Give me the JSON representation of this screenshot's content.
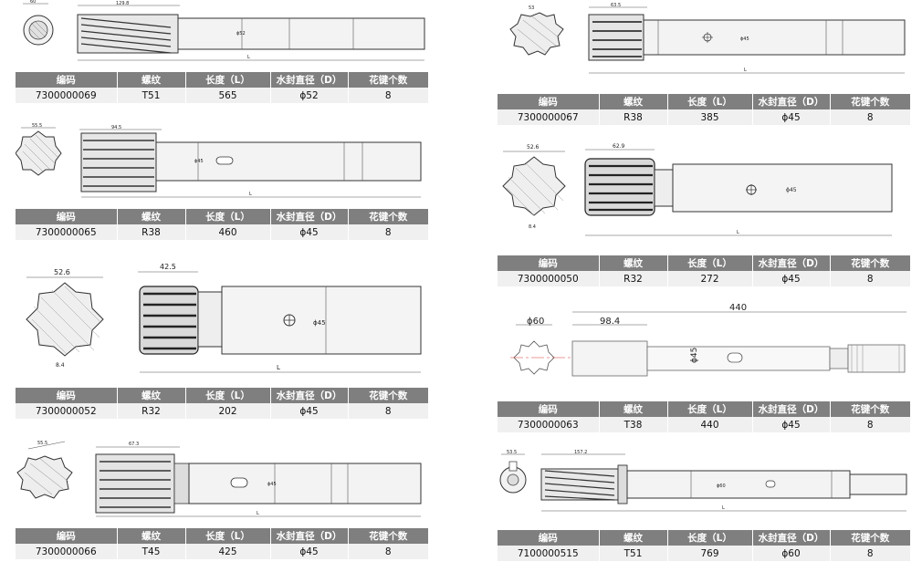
{
  "headers": [
    "编码",
    "螺纹",
    "长度（L）",
    "水封直径（D）",
    "花键个数"
  ],
  "products": [
    {
      "code": "7300000069",
      "thread": "T51",
      "length": "565",
      "seal": "ϕ52",
      "splines": "8",
      "dims": {
        "d1": "60",
        "d2": "129.8",
        "dia": "ϕ52",
        "len": "L"
      }
    },
    {
      "code": "7300000065",
      "thread": "R38",
      "length": "460",
      "seal": "ϕ45",
      "splines": "8",
      "dims": {
        "d1": "55.5",
        "d2": "94.5",
        "dia": "ϕ45",
        "len": "L"
      }
    },
    {
      "code": "7300000052",
      "thread": "R32",
      "length": "202",
      "seal": "ϕ45",
      "splines": "8",
      "dims": {
        "d1": "52.6",
        "d2": "42.5",
        "dia": "ϕ45",
        "len": "L",
        "key": "8.4"
      }
    },
    {
      "code": "7300000066",
      "thread": "T45",
      "length": "425",
      "seal": "ϕ45",
      "splines": "8",
      "dims": {
        "d1": "55.5",
        "d2": "67.3",
        "dia": "ϕ45",
        "len": "L"
      }
    },
    {
      "code": "7300000067",
      "thread": "R38",
      "length": "385",
      "seal": "ϕ45",
      "splines": "8",
      "dims": {
        "d1": "53",
        "d2": "63.5",
        "dia": "ϕ45",
        "len": "L"
      }
    },
    {
      "code": "7300000050",
      "thread": "R32",
      "length": "272",
      "seal": "ϕ45",
      "splines": "8",
      "dims": {
        "d1": "52.6",
        "d2": "62.9",
        "dia": "ϕ45",
        "len": "L",
        "key": "8.4"
      }
    },
    {
      "code": "7300000063",
      "thread": "T38",
      "length": "440",
      "seal": "ϕ45",
      "splines": "8",
      "dims": {
        "d1": "ϕ60",
        "d2": "98.4",
        "dia": "ϕ45",
        "len": "440"
      }
    },
    {
      "code": "7100000515",
      "thread": "T51",
      "length": "769",
      "seal": "ϕ60",
      "splines": "8",
      "dims": {
        "d1": "53.5",
        "d2": "157.2",
        "dia": "ϕ60",
        "len": "L"
      }
    }
  ]
}
